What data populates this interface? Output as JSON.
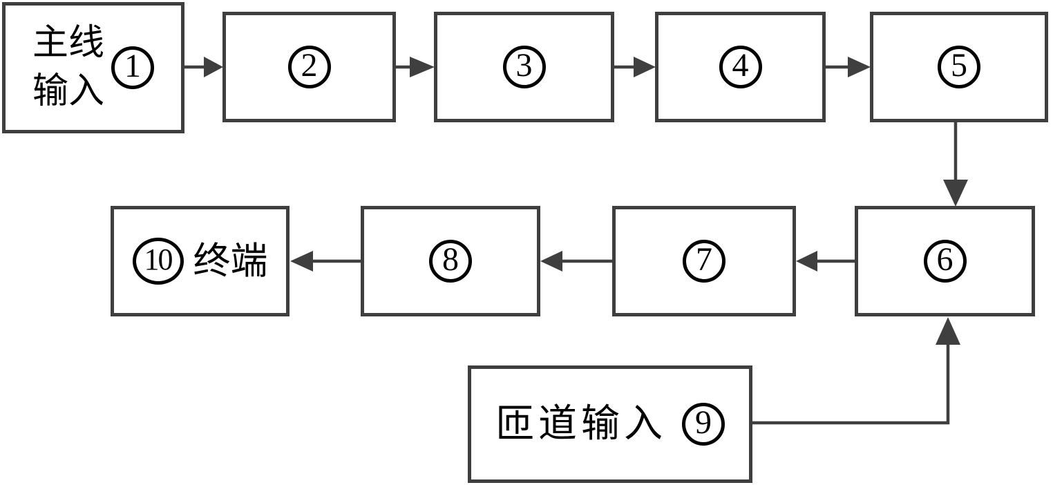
{
  "colors": {
    "line": "#3f3f3f",
    "ink": "#000000",
    "background": "#ffffff"
  },
  "nodes": {
    "n1": {
      "num": "1",
      "label_line1": "主线",
      "label_line2": "输入"
    },
    "n2": {
      "num": "2"
    },
    "n3": {
      "num": "3"
    },
    "n4": {
      "num": "4"
    },
    "n5": {
      "num": "5"
    },
    "n6": {
      "num": "6"
    },
    "n7": {
      "num": "7"
    },
    "n8": {
      "num": "8"
    },
    "n9": {
      "num": "9",
      "label": "匝道输入"
    },
    "n10": {
      "num": "10",
      "label": "终端"
    }
  },
  "edges": [
    {
      "from": "1",
      "to": "2"
    },
    {
      "from": "2",
      "to": "3"
    },
    {
      "from": "3",
      "to": "4"
    },
    {
      "from": "4",
      "to": "5"
    },
    {
      "from": "5",
      "to": "6"
    },
    {
      "from": "6",
      "to": "7"
    },
    {
      "from": "7",
      "to": "8"
    },
    {
      "from": "8",
      "to": "10"
    },
    {
      "from": "9",
      "to": "6"
    }
  ]
}
